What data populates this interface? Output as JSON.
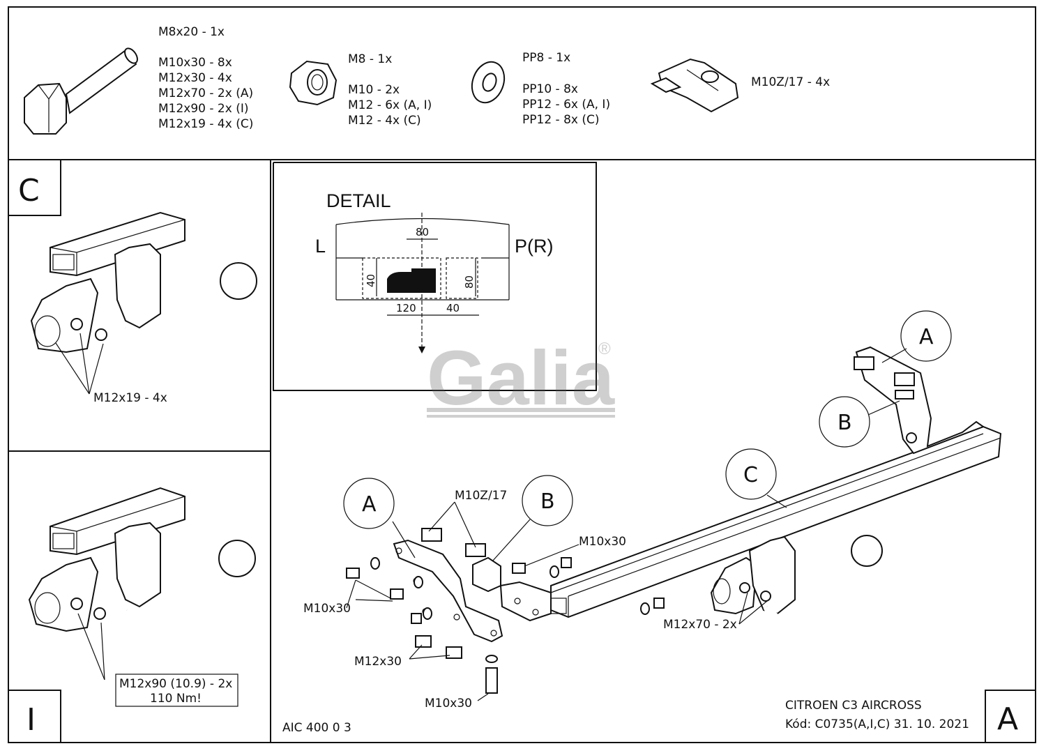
{
  "parts": {
    "bolt": [
      "M8x20 - 1x",
      "M10x30 - 8x",
      "M12x30 - 4x",
      "M12x70 - 2x (A)",
      "M12x90 - 2x (I)",
      "M12x19 - 4x (C)"
    ],
    "nut": [
      "M8 - 1x",
      "M10 - 2x",
      "M12 - 6x (A, I)",
      "M12 - 4x (C)"
    ],
    "washer": [
      "PP8 - 1x",
      "PP10 - 8x",
      "PP12 - 6x (A, I)",
      "PP12 - 8x (C)"
    ],
    "clip": "M10Z/17 - 4x"
  },
  "panel_c": {
    "letter": "C",
    "bolt_label": "M12x19 - 4x"
  },
  "panel_i": {
    "letter": "I",
    "bolt_label_1": "M12x90 (10.9) - 2x",
    "bolt_label_2": "110 Nm!"
  },
  "detail": {
    "title": "DETAIL",
    "left": "L",
    "right": "P(R)",
    "dims": {
      "top": "80",
      "left_h": "40",
      "right_h": "80",
      "bottom_l": "120",
      "bottom_r": "40"
    }
  },
  "watermark": {
    "brand": "Galia",
    "mark": "®"
  },
  "main": {
    "callouts": {
      "a_top": "A",
      "b_top": "B",
      "c_mid": "C",
      "a_left": "A",
      "b_left": "B"
    },
    "labels": {
      "clip": "M10Z/17",
      "m10x30_right": "M10x30",
      "m10x30_left": "M10x30",
      "m12x30": "M12x30",
      "m10x30_bottom": "M10x30",
      "m12x70": "M12x70 - 2x"
    }
  },
  "footer": {
    "code_left": "AIC 400 0 3",
    "model": "CITROEN C3 AIRCROSS",
    "code": "Kód: C0735(A,I,C)  31. 10. 2021",
    "letter": "A"
  }
}
